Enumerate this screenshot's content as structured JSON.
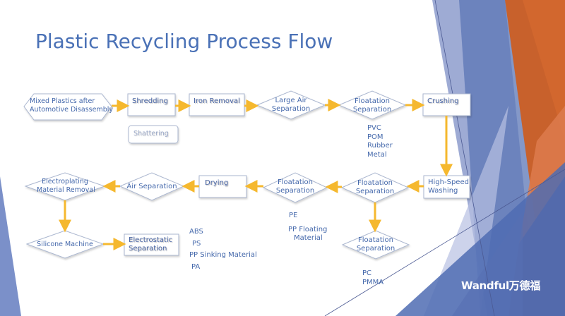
{
  "slide": {
    "title": "Plastic Recycling Process Flow",
    "brand": "Wandful万德福",
    "colors": {
      "title": "#4a71b6",
      "text": "#4468ab",
      "arrow": "#f5b82e",
      "accent_orange": "#cc6a35",
      "accent_blue": "#5a73b5",
      "accent_purple": "#6e5d86"
    }
  },
  "nodes": {
    "mixed_plastics": "Mixed Plastics after|Automotive Disassembly",
    "shredding": "Shredding",
    "shattering": "Shattering",
    "iron_removal": "Iron Removal",
    "large_air": "Large Air|Separation",
    "floatation_1": "Floatation|Separation",
    "crushing": "Crushing",
    "high_speed_washing": "High-Speed|Washing",
    "floatation_2": "Floatation|Separation",
    "floatation_3": "Floatation|Separation",
    "drying": "Drying",
    "air_separation": "Air Separation",
    "electroplating": "Electroplating|Material Removal",
    "silicone": "Silicone Machine",
    "electrostatic": "Electrostatic|Separation",
    "floatation_4": "Floatation|Separation"
  },
  "outputs": {
    "floatation_1": [
      "PVC",
      "POM",
      "Rubber",
      "Metal"
    ],
    "floatation_3": [
      "PE",
      "PP Floating",
      "Material"
    ],
    "electrostatic": [
      "ABS",
      "PS",
      "PP Sinking Material",
      "PA"
    ],
    "floatation_4": [
      "PC",
      "PMMA"
    ]
  }
}
